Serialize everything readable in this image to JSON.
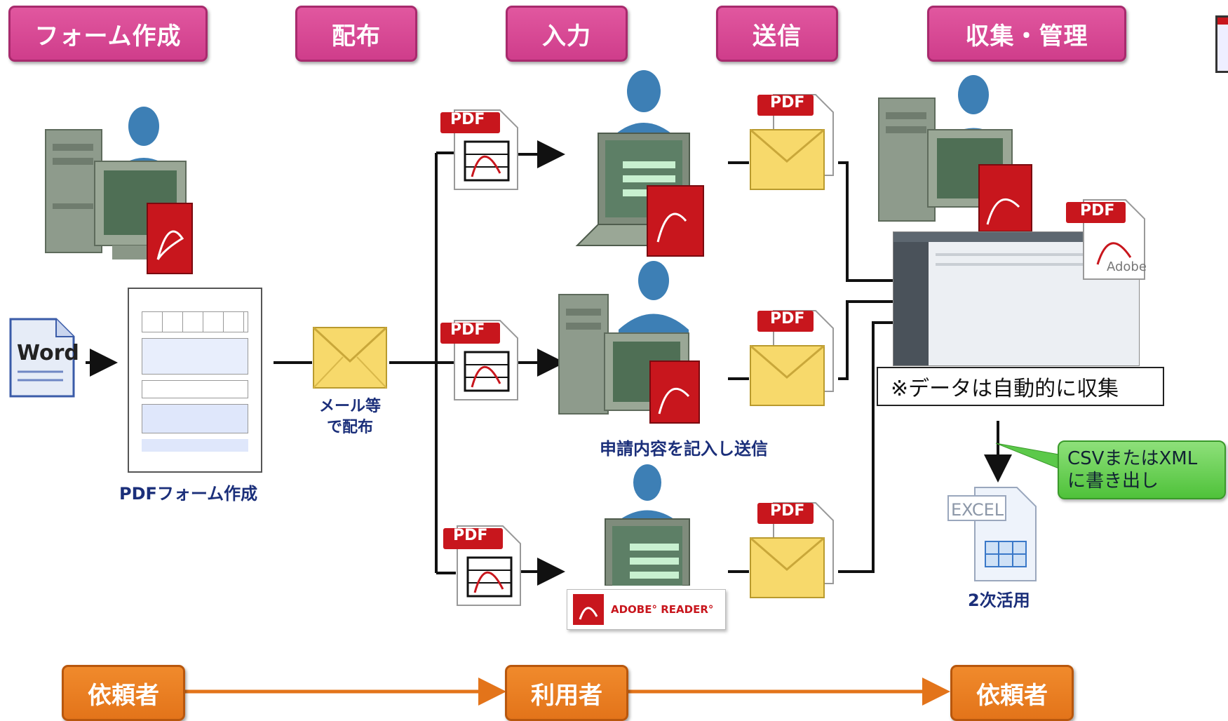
{
  "stages": [
    {
      "id": "form",
      "label": "フォーム作成"
    },
    {
      "id": "dist",
      "label": "配布"
    },
    {
      "id": "input",
      "label": "入力"
    },
    {
      "id": "send",
      "label": "送信"
    },
    {
      "id": "collect",
      "label": "収集・管理"
    }
  ],
  "roles": [
    {
      "id": "requester1",
      "label": "依頼者"
    },
    {
      "id": "user",
      "label": "利用者"
    },
    {
      "id": "requester2",
      "label": "依頼者"
    }
  ],
  "captions": {
    "pdf_form_create": "PDFフォーム作成",
    "mail_line1": "メール等",
    "mail_line2": "で配布",
    "fill_and_send": "申請内容を記入し送信",
    "secondary_use": "2次活用"
  },
  "note": "※データは自動的に収集",
  "callout": {
    "line1": "CSVまたはXML",
    "line2": "に書き出し"
  },
  "icon_labels": {
    "word": "Word",
    "pdf": "PDF",
    "adobe": "Adobe",
    "excel": "EXCEL",
    "adobe_reader": "ADOBE° READER°"
  },
  "colors": {
    "stage_pill": "#d9488f",
    "role_pill": "#ea7f22",
    "caption_text": "#1b2f7a",
    "pdf_red": "#c8161d",
    "callout_green": "#5cc94a"
  }
}
